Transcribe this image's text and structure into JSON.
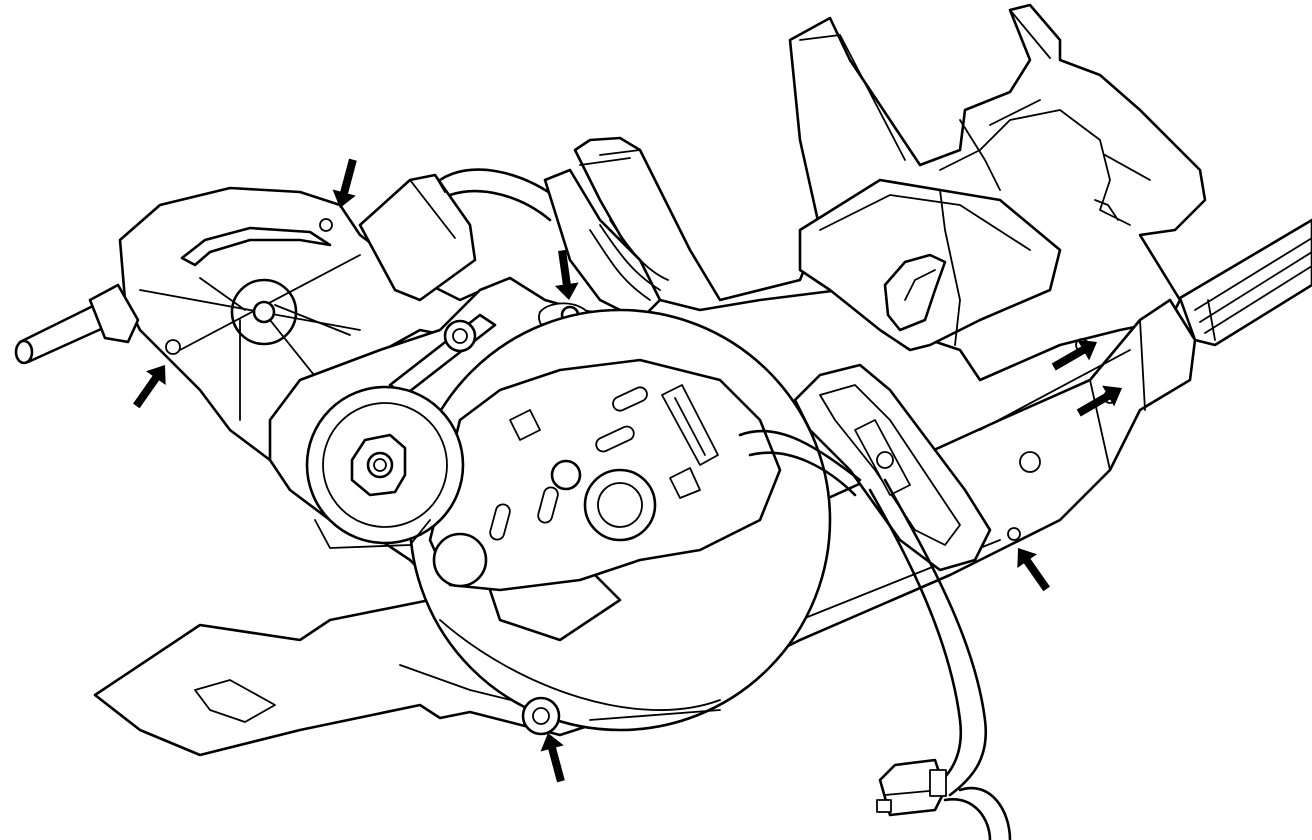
{
  "diagram": {
    "subject": "actuator-assembly-line-drawing",
    "line_color": "#000000",
    "background": "#ffffff",
    "callout_arrows": [
      {
        "target": "fastener-top-left-housing"
      },
      {
        "target": "fastener-left-housing"
      },
      {
        "target": "fastener-gear-bracket"
      },
      {
        "target": "fastener-bottom-motor-flange"
      },
      {
        "target": "fastener-right-upper"
      },
      {
        "target": "fastener-right-middle"
      },
      {
        "target": "fastener-right-lower"
      }
    ]
  }
}
